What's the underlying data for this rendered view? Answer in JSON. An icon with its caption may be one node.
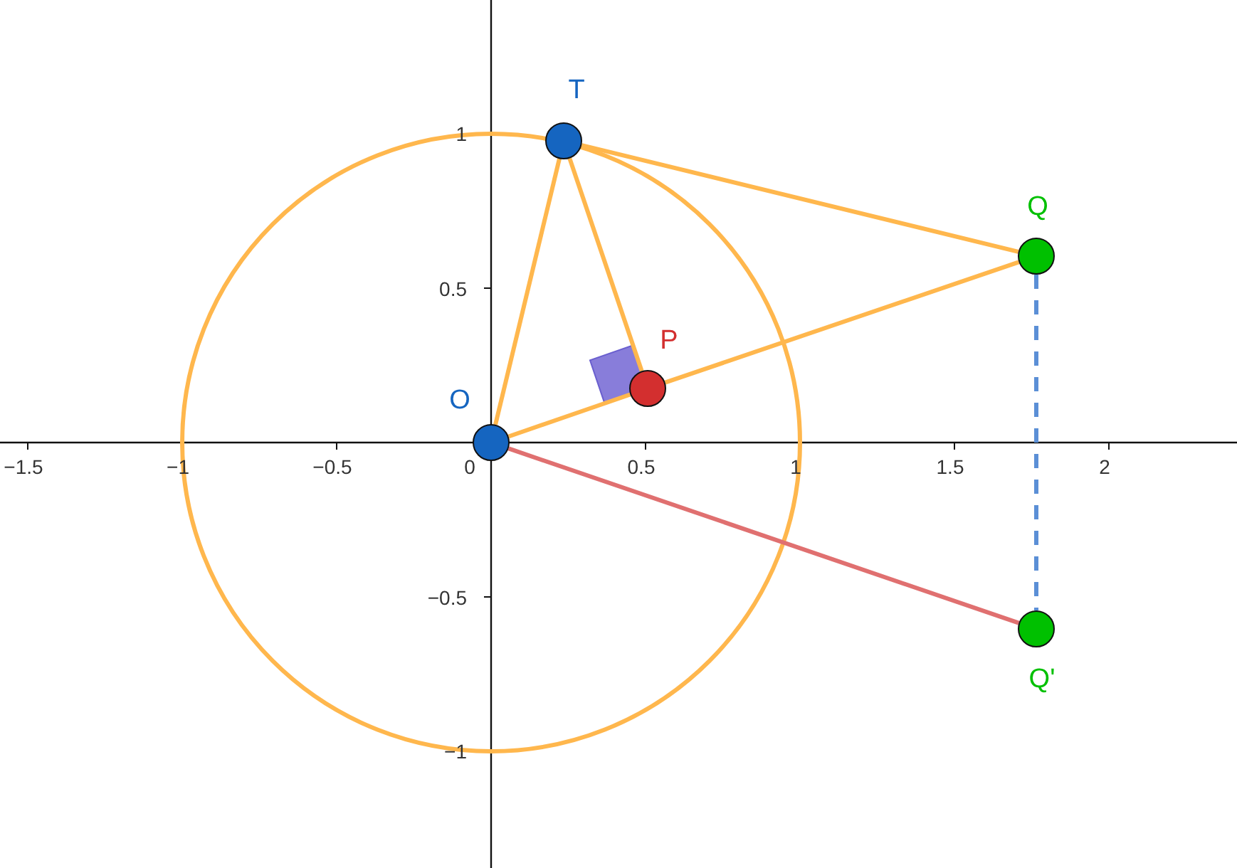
{
  "diagram": {
    "nodes": [
      {
        "text": [
          "O"
        ]
      },
      {
        "text": [
          "T"
        ]
      },
      {
        "text": [
          "P"
        ]
      },
      {
        "text": [
          "Q"
        ]
      },
      {
        "text": [
          "Q'"
        ]
      }
    ],
    "edges": [
      {
        "from": 0,
        "to": 1,
        "arrow": "none"
      },
      {
        "from": 1,
        "to": 2,
        "arrow": "none"
      },
      {
        "from": 1,
        "to": 3,
        "arrow": "none"
      },
      {
        "from": 0,
        "to": 2,
        "arrow": "none"
      },
      {
        "from": 2,
        "to": 3,
        "arrow": "none"
      },
      {
        "from": 0,
        "to": 4,
        "arrow": "none",
        "color": "#e07070"
      },
      {
        "from": 3,
        "to": 4,
        "arrow": "none",
        "style": "dashed",
        "color": "#5b8fd6"
      }
    ],
    "labels": [
      "−1.5",
      "−1",
      "−0.5",
      "0",
      "0.5",
      "1",
      "1.5",
      "2",
      "1",
      "0.5",
      "−0.5",
      "−1"
    ]
  }
}
